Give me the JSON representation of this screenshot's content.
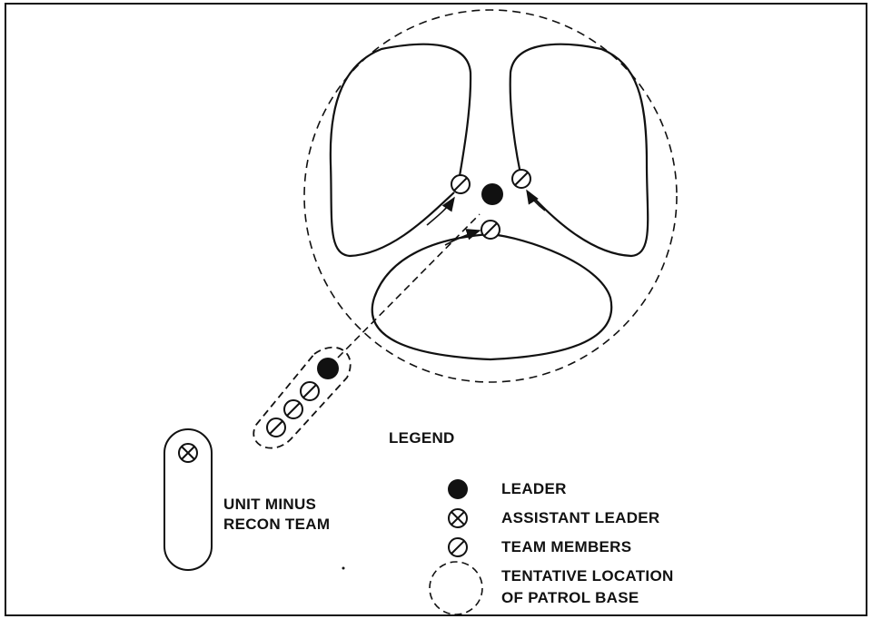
{
  "diagram": {
    "unit_label_line1": "UNIT MINUS",
    "unit_label_line2": "RECON TEAM"
  },
  "legend": {
    "title": "LEGEND",
    "items": [
      {
        "symbol": "leader-icon",
        "label": "LEADER"
      },
      {
        "symbol": "assistant-leader-icon",
        "label": "ASSISTANT LEADER"
      },
      {
        "symbol": "team-member-icon",
        "label": "TEAM MEMBERS"
      },
      {
        "symbol": "dashed-circle-icon",
        "label": "TENTATIVE LOCATION"
      }
    ],
    "last_item_line2": "OF PATROL BASE"
  },
  "colors": {
    "ink": "#111111",
    "background": "#ffffff"
  }
}
